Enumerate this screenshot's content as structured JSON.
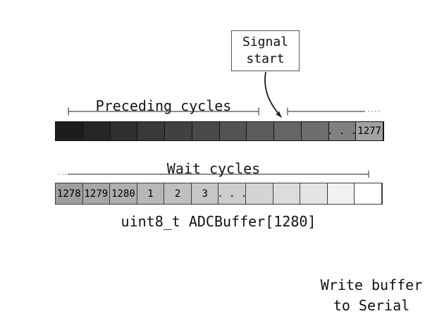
{
  "signal_box": {
    "line1": "Signal",
    "line2": "start"
  },
  "labels": {
    "preceding": "Preceding cycles",
    "wait": "Wait cycles",
    "declaration": "uint8_t ADCBuffer[1280]",
    "write_line1": "Write buffer",
    "write_line2": "to Serial"
  },
  "row1": {
    "description": "preceding-cycles segment of circular ADC buffer, dark-to-light gradient",
    "cells": [
      {
        "label": "",
        "color": "#1d1d1d"
      },
      {
        "label": "",
        "color": "#262626"
      },
      {
        "label": "",
        "color": "#2f2f2f"
      },
      {
        "label": "",
        "color": "#383838"
      },
      {
        "label": "",
        "color": "#414141"
      },
      {
        "label": "",
        "color": "#4a4a4a"
      },
      {
        "label": "",
        "color": "#535353"
      },
      {
        "label": "",
        "color": "#5c5c5c"
      },
      {
        "label": "",
        "color": "#656565"
      },
      {
        "label": "",
        "color": "#6e6e6e"
      },
      {
        "label": ". . .",
        "color": "#808080"
      },
      {
        "label": "1277",
        "color": "#a2a2a2"
      }
    ]
  },
  "row2": {
    "description": "wait-cycles segment of circular ADC buffer, continuing gradient to white",
    "cells": [
      {
        "label": "1278",
        "color": "#9e9e9e"
      },
      {
        "label": "1279",
        "color": "#a7a7a7"
      },
      {
        "label": "1280",
        "color": "#afafaf"
      },
      {
        "label": "1",
        "color": "#b7b7b7"
      },
      {
        "label": "2",
        "color": "#bfbfbf"
      },
      {
        "label": "3",
        "color": "#c6c6c6"
      },
      {
        "label": ". . .",
        "color": "#cdcdcd"
      },
      {
        "label": "",
        "color": "#d4d4d4"
      },
      {
        "label": "",
        "color": "#dcdcdc"
      },
      {
        "label": "",
        "color": "#e4e4e4"
      },
      {
        "label": "",
        "color": "#f1f1f1"
      },
      {
        "label": "",
        "color": "#ffffff"
      }
    ]
  },
  "colors": {
    "dimension_line": "#4a4a4a",
    "arrow": "#1a1a1a",
    "dots": "#999999"
  }
}
